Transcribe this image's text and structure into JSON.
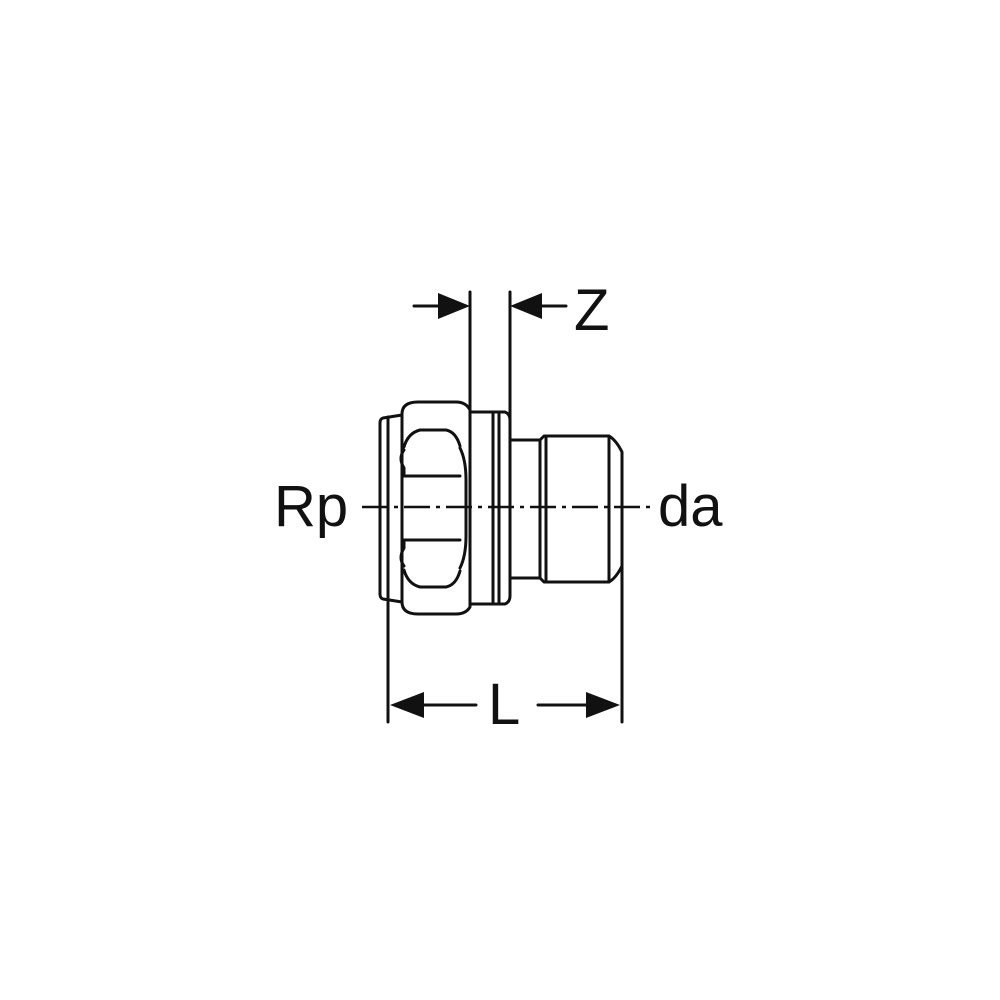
{
  "labels": {
    "z": "Z",
    "rp": "Rp",
    "da": "da",
    "l": "L"
  },
  "colors": {
    "stroke": "#111111",
    "background": "#ffffff"
  }
}
